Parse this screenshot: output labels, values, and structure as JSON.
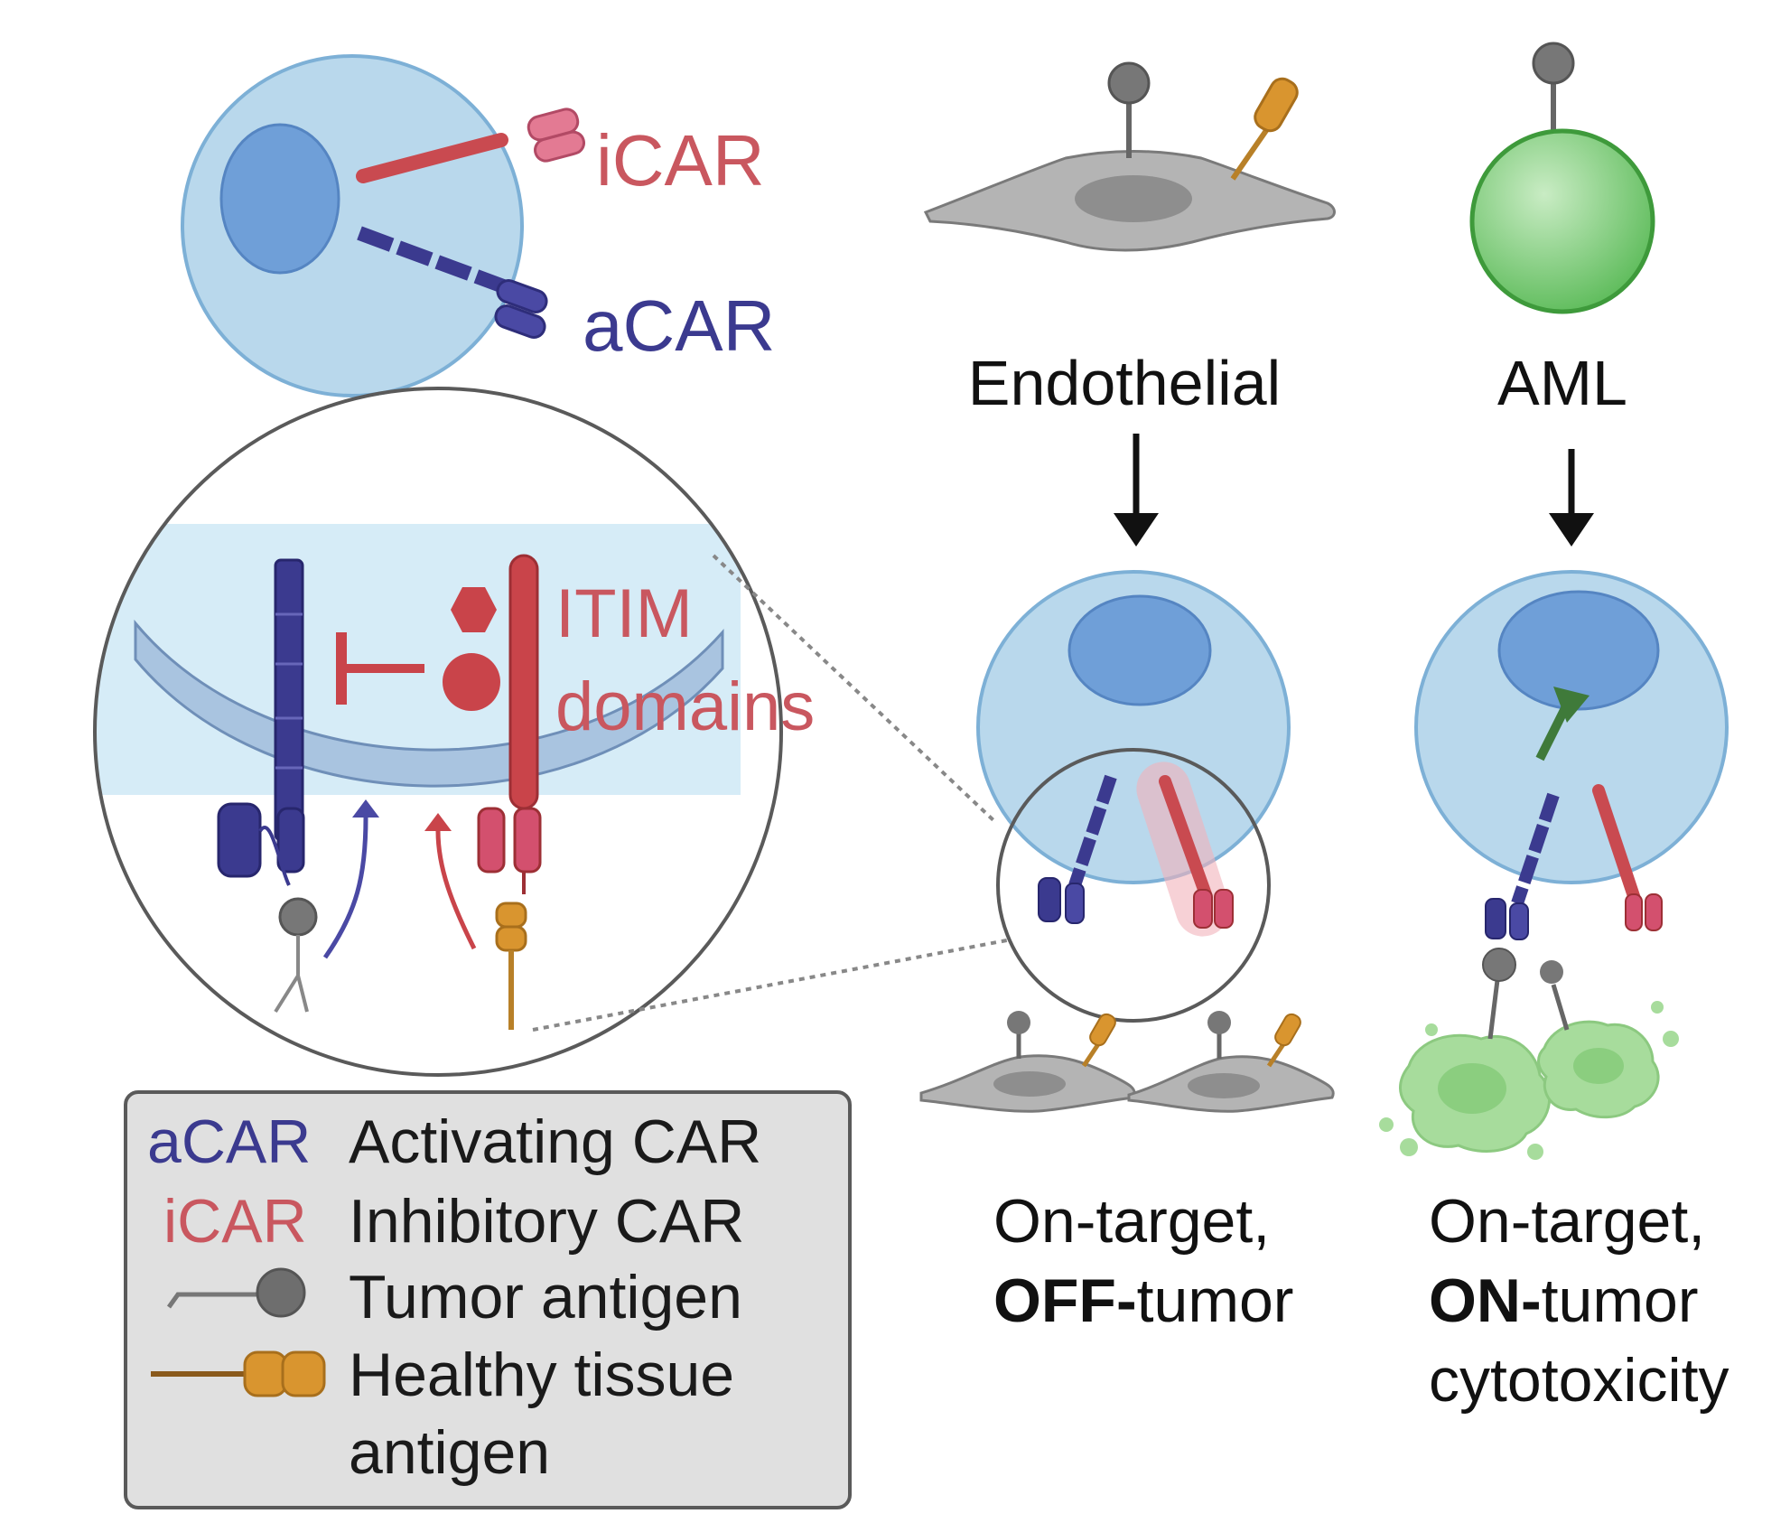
{
  "cell_labels": {
    "icar": "iCAR",
    "acar": "aCAR",
    "itim_line1": "ITIM",
    "itim_line2": "domains",
    "endothelial": "Endothelial",
    "aml": "AML"
  },
  "outcomes": {
    "off_line1": "On-target,",
    "off_bold": "OFF-",
    "off_rest": "tumor",
    "on_line1": "On-target,",
    "on_bold": "ON-",
    "on_rest": "tumor",
    "on_line3": "cytotoxicity"
  },
  "legend": {
    "acar_key": "aCAR",
    "acar_desc": "Activating CAR",
    "icar_key": "iCAR",
    "icar_desc": "Inhibitory CAR",
    "tumor_desc": "Tumor antigen",
    "healthy_desc_1": "Healthy tissue",
    "healthy_desc_2": "antigen"
  },
  "colors": {
    "acar": "#3b3a8f",
    "icar": "#c7525a",
    "cell_fill": "#b9d8ec",
    "nucleus": "#6f9fd8",
    "tumor_antigen": "#6e6e6e",
    "healthy_antigen": "#d9952f",
    "aml_cell": "#6cc46a"
  }
}
